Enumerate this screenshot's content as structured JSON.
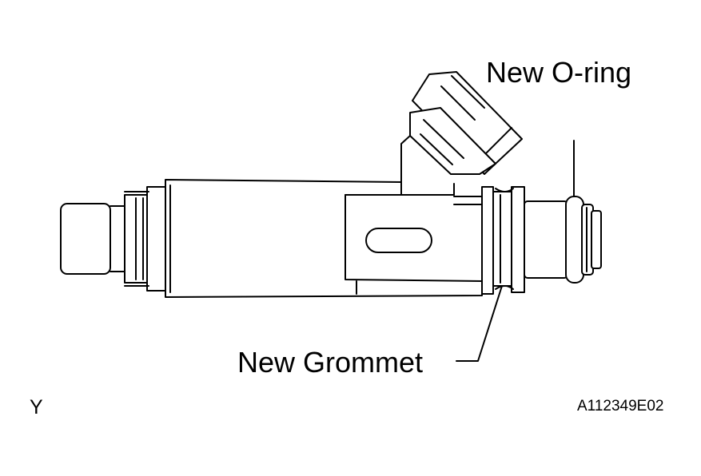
{
  "labels": {
    "new_oring": "New O-ring",
    "new_grommet": "New Grommet",
    "corner_mark": "Y",
    "figure_code": "A112349E02"
  },
  "colors": {
    "line": "#000000",
    "background": "#ffffff"
  }
}
